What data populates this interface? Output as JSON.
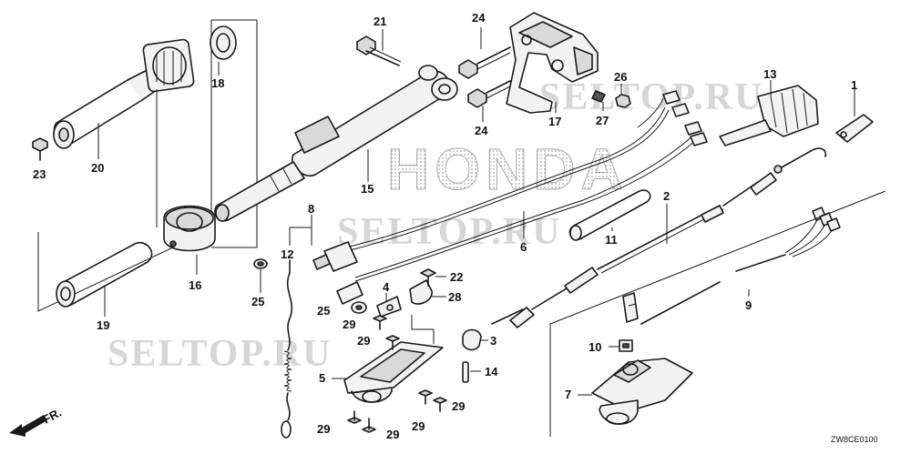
{
  "diagram": {
    "watermarks": {
      "seltop": "SELTOP.RU",
      "brand": "HONDA"
    },
    "diagram_code": "ZW8CE0100",
    "forward_label": "FR.",
    "callouts": {
      "c1": "1",
      "c2": "2",
      "c3": "3",
      "c5": "5",
      "c6": "6",
      "c7": "7",
      "c8": "8",
      "c9": "9",
      "c10": "10",
      "c11": "11",
      "c12": "12",
      "c13": "13",
      "c14": "14",
      "c15": "15",
      "c16": "16",
      "c17": "17",
      "c18": "18",
      "c19": "19",
      "c20": "20",
      "c21": "21",
      "c22": "22",
      "c23": "23",
      "c24a": "24",
      "c24b": "24",
      "c25a": "25",
      "c25b": "25",
      "c26": "26",
      "c27": "27",
      "c28": "28",
      "c29a": "29",
      "c29b": "29",
      "c29c": "29",
      "c29d": "29",
      "c29e": "29",
      "c29f": "29",
      "c4": "4"
    },
    "colors": {
      "line": "#1a1a1a",
      "watermark": "#c9c9c9",
      "honda_dots": "#bdbdbd"
    }
  }
}
